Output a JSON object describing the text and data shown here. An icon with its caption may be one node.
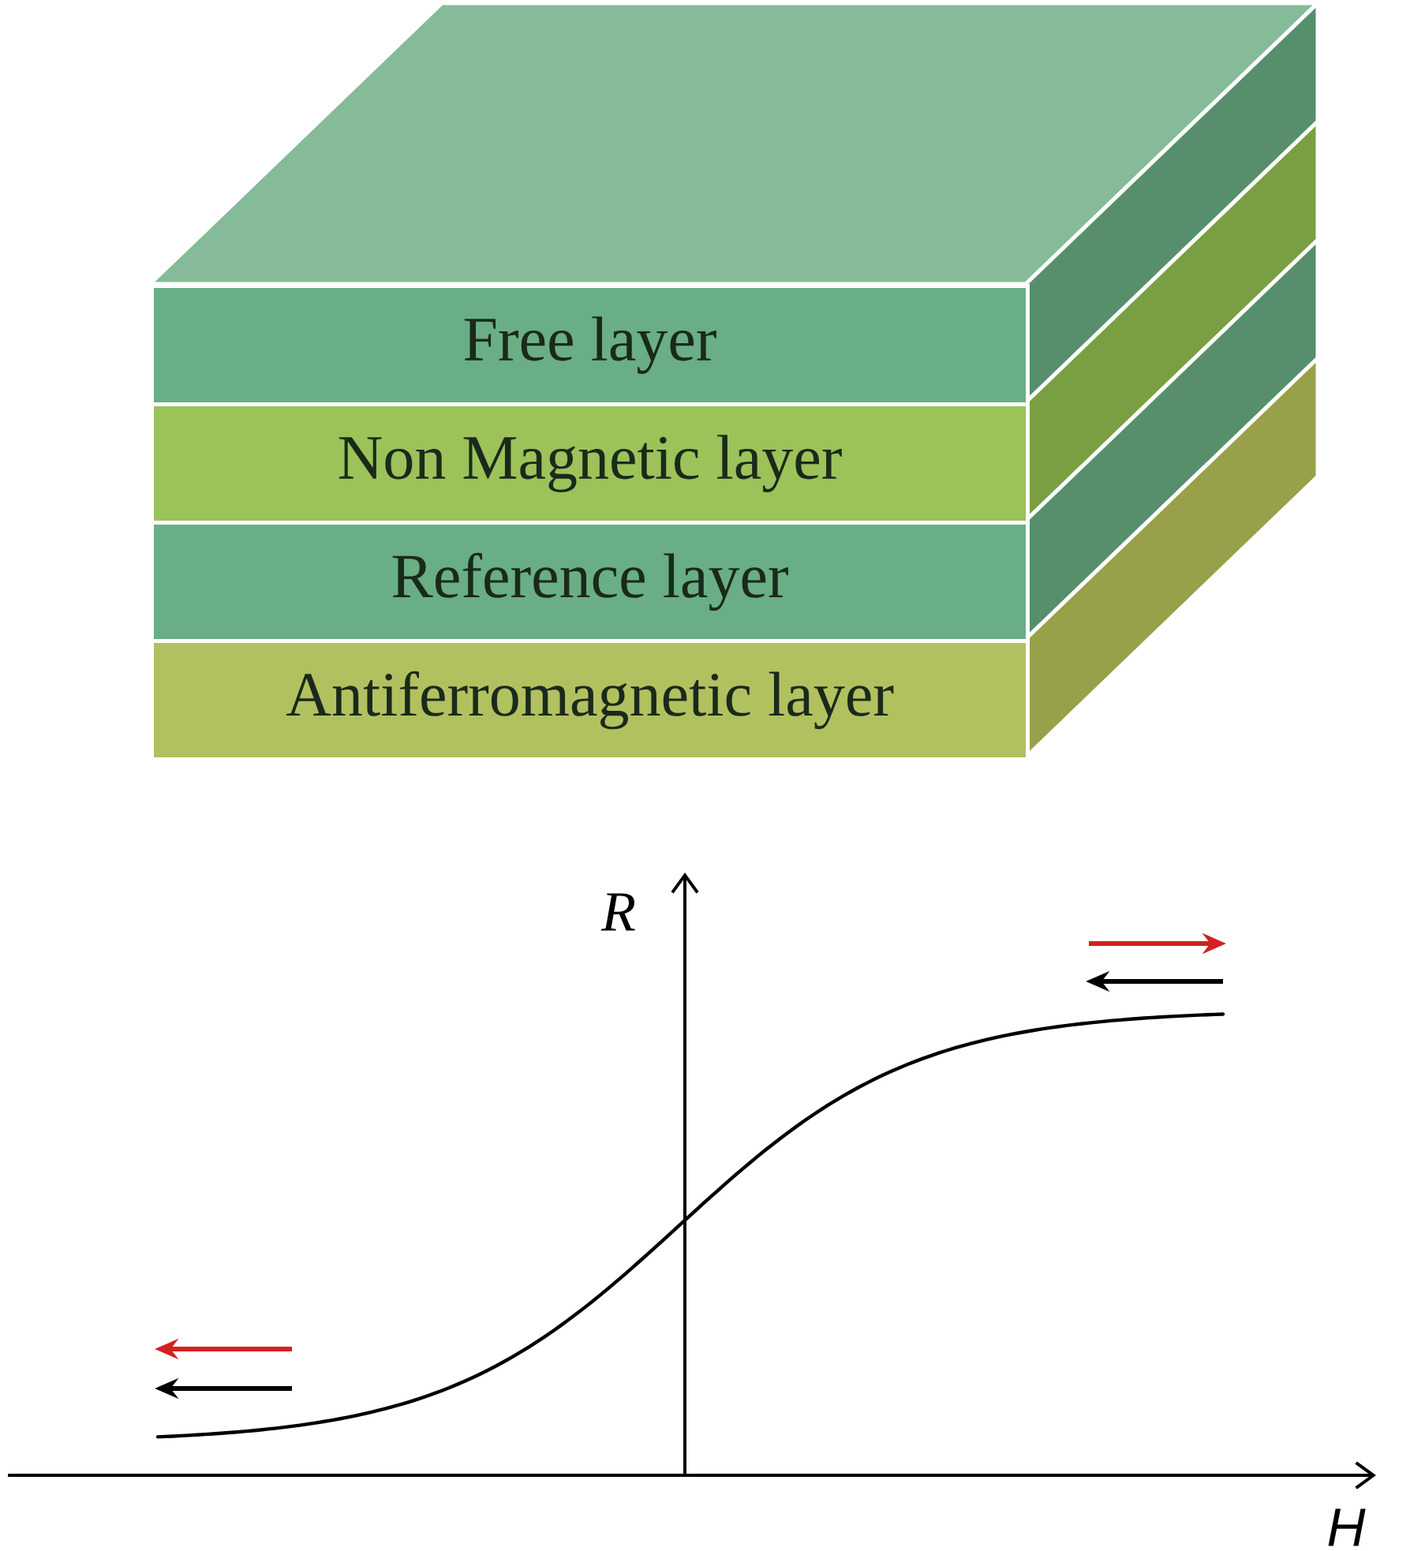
{
  "diagram": {
    "nodes": [
      {
        "text": [
          "Free layer"
        ]
      },
      {
        "text": [
          "Non Magnetic layer"
        ]
      },
      {
        "text": [
          "Reference layer"
        ]
      },
      {
        "text": [
          "Antiferromagnetic layer"
        ]
      }
    ],
    "labels": [
      "R",
      "H"
    ]
  }
}
